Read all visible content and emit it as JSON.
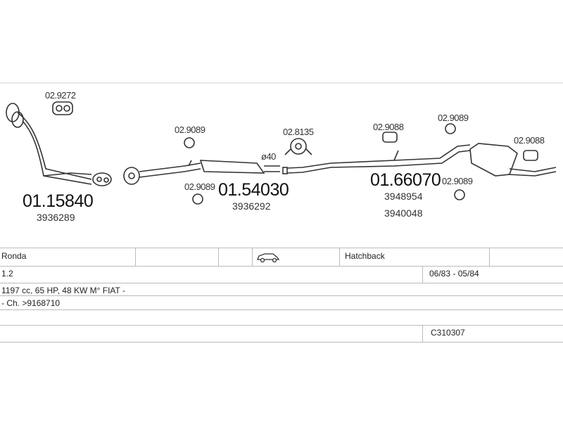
{
  "parts": {
    "gasket_top": "02.9272",
    "front_pipe_no": "01.15840",
    "front_pipe_ref": "3936289",
    "mount_a": "02.9089",
    "mount_b": "02.9089",
    "middle_no": "01.54030",
    "middle_ref": "3936292",
    "clamp": "02.8135",
    "diameter": "ø40",
    "mount_c": "02.9088",
    "mount_d": "02.9089",
    "mount_e": "02.9088",
    "mount_f": "02.9089",
    "rear_no": "01.66070",
    "rear_ref1": "3948954",
    "rear_ref2": "3940048"
  },
  "table": {
    "model": "Ronda",
    "body": "Hatchback",
    "engine": "1.2",
    "years": "06/83 - 05/84",
    "spec": "1197 cc, 65 HP, 48 KW M° FIAT -",
    "chassis": "- Ch. >9168710",
    "code": "C310307"
  },
  "icons": {
    "vehicle": "hatchback-car-icon"
  }
}
